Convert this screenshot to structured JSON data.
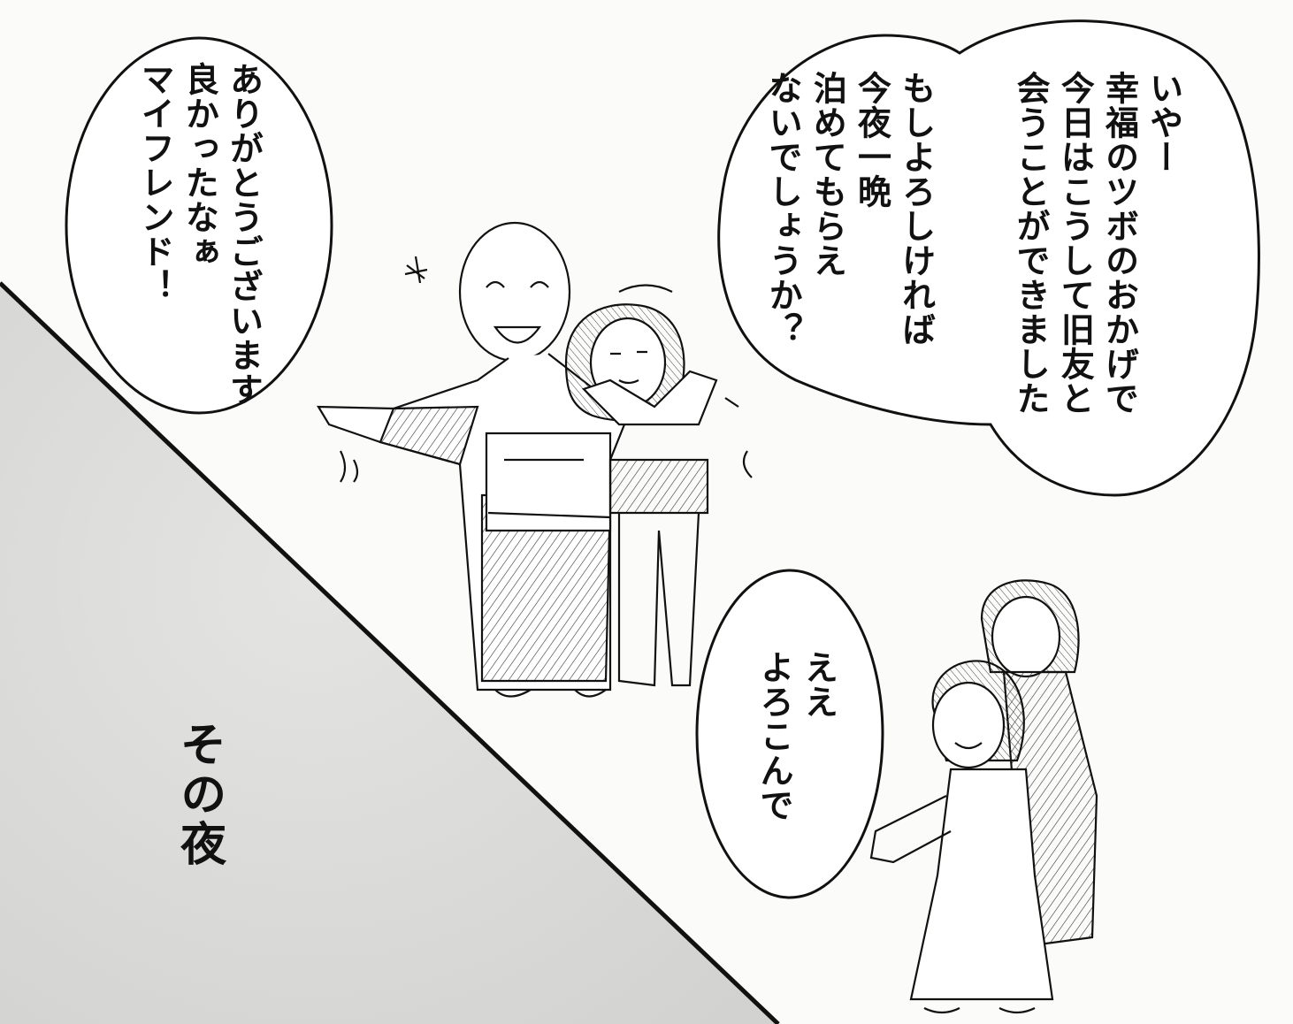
{
  "bubbles": {
    "monk_thanks": "ありがとうございます\n良かったなぁ\nマイフレンド！",
    "friend_request": "いやー\n幸福のツボのおかげで\n今日はこうして旧友と\n会うことができました",
    "friend_request_2": "もしよろしければ\n今夜一晩\n泊めてもらえ\nないでしょうか？",
    "host_reply": "ええ\nよろこんで"
  },
  "caption": {
    "night": "その夜"
  },
  "colors": {
    "ink": "#111111",
    "paper": "#fbfbf9",
    "night_gray": "#d9d9d7"
  }
}
